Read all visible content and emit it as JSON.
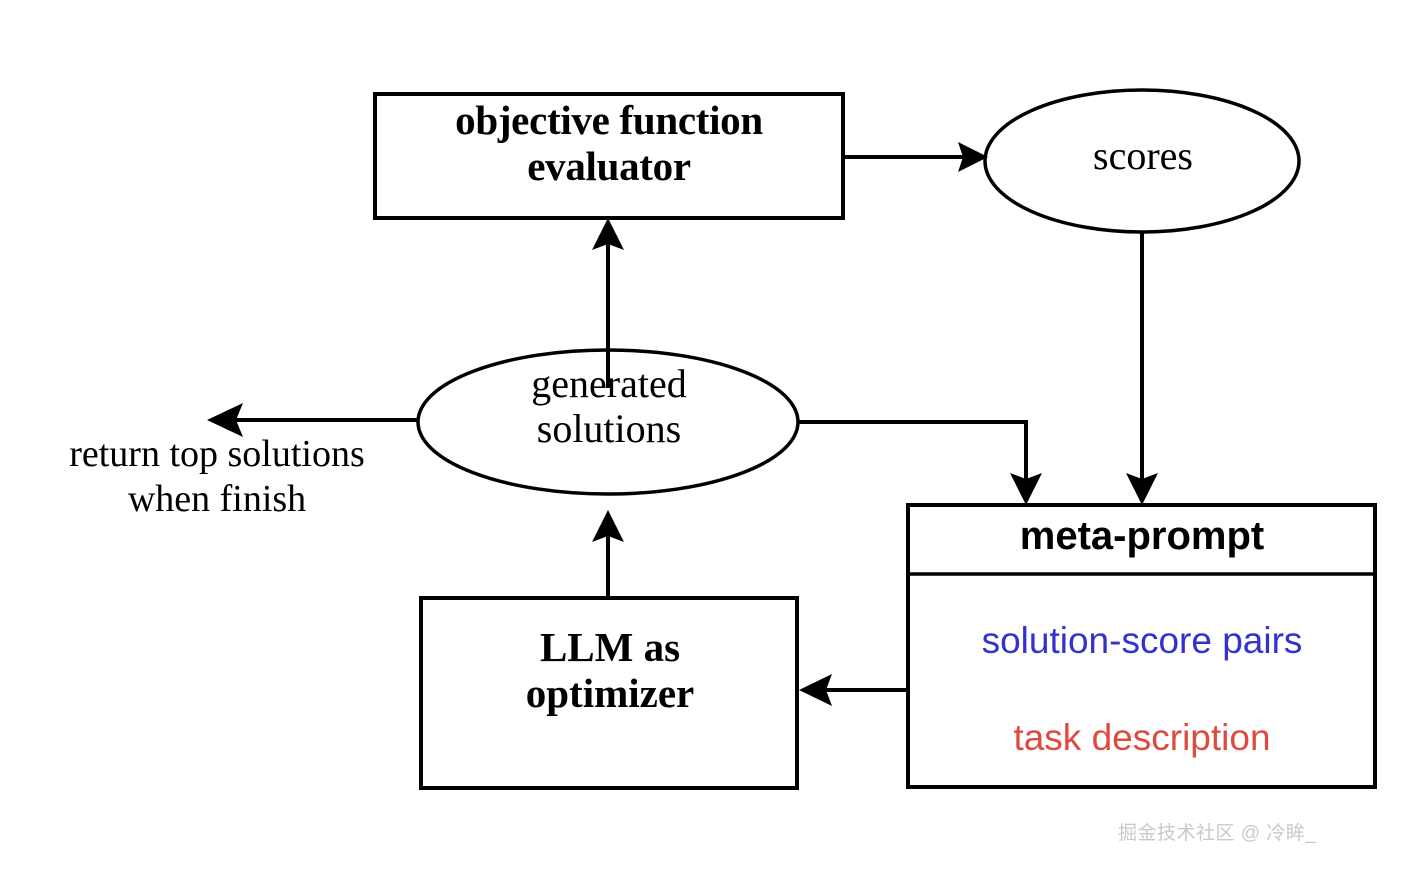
{
  "diagram": {
    "title": "LLM as optimizer loop",
    "nodes": [
      {
        "id": "evaluator",
        "shape": "rectangle",
        "label": "objective function\nevaluator",
        "text_color": "#000000",
        "font_style": "serif-bold"
      },
      {
        "id": "scores",
        "shape": "ellipse",
        "label": "scores",
        "text_color": "#000000",
        "font_style": "serif-regular"
      },
      {
        "id": "generated_solutions",
        "shape": "ellipse",
        "label": "generated\nsolutions",
        "text_color": "#000000",
        "font_style": "serif-regular"
      },
      {
        "id": "llm_optimizer",
        "shape": "rectangle",
        "label": "LLM as\noptimizer",
        "text_color": "#000000",
        "font_style": "serif-bold"
      },
      {
        "id": "meta_prompt",
        "shape": "rectangle-with-header",
        "label": "meta-prompt",
        "text_color": "#000000",
        "font_style": "sans-bold",
        "items": [
          {
            "label": "solution-score pairs",
            "color": "#3333cc"
          },
          {
            "label": "task description",
            "color": "#e0493f"
          }
        ]
      }
    ],
    "annotations": [
      {
        "id": "return-top-solutions",
        "label": "return top solutions\nwhen finish",
        "color": "#000000"
      }
    ],
    "edges": [
      {
        "from": "evaluator",
        "to": "scores",
        "direction": "right"
      },
      {
        "from": "scores",
        "to": "meta_prompt",
        "direction": "down"
      },
      {
        "from": "generated_solutions",
        "to": "evaluator",
        "direction": "up"
      },
      {
        "from": "generated_solutions",
        "to": "meta_prompt",
        "direction": "right-then-down"
      },
      {
        "from": "meta_prompt",
        "to": "llm_optimizer",
        "direction": "left"
      },
      {
        "from": "llm_optimizer",
        "to": "generated_solutions",
        "direction": "up"
      },
      {
        "from": "generated_solutions",
        "to": "return-top-solutions",
        "direction": "left"
      }
    ],
    "colors": {
      "stroke": "#000000",
      "background": "#ffffff",
      "pairs_blue": "#3333cc",
      "task_red": "#e0493f",
      "watermark_gray": "#c9c9c9"
    }
  },
  "watermark": {
    "text": "掘金技术社区 @ 冷眸_"
  }
}
